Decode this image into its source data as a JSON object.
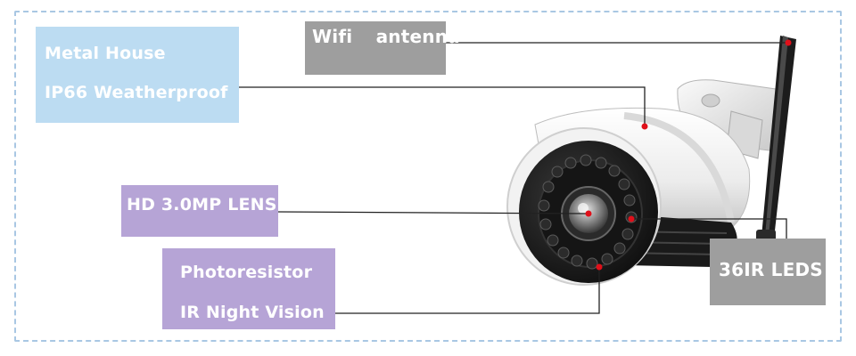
{
  "labels": {
    "metal_house": "Metal House",
    "weatherproof": "IP66 Weatherproof",
    "wifi_antenna": "Wifi  antenna",
    "hd_lens": "HD 3.0MP LENS",
    "photoresistor": "Photoresistor",
    "ir_night_vision": "IR Night Vision",
    "ir_leds": "36IR LEDS"
  },
  "colors": {
    "blue_box": "#bcdcf2",
    "purple_box": "#b6a4d6",
    "gray_box": "#9e9e9e",
    "frame": "#a9c7e3",
    "marker": "#e0101a",
    "leader_line": "#222222"
  }
}
